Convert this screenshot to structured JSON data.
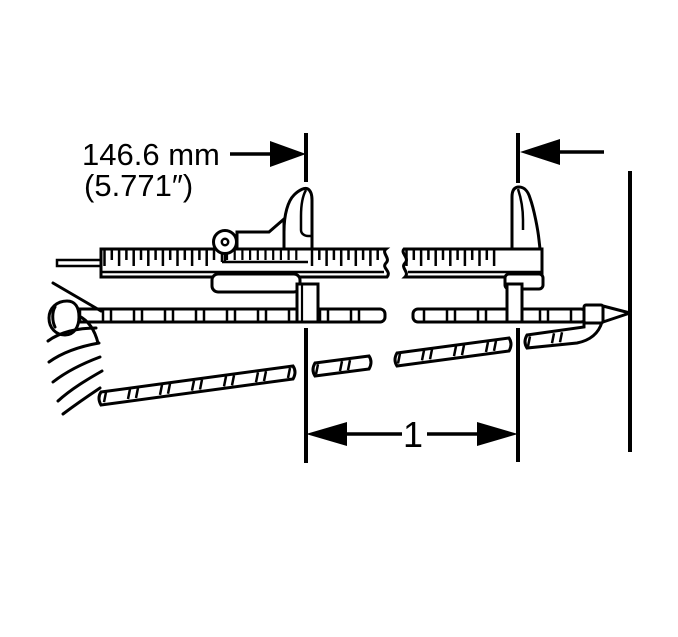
{
  "figure": {
    "background_color": "#ffffff",
    "line_color": "#000000"
  },
  "labels": {
    "dimension_metric": "146.6 mm",
    "dimension_imperial": "(5.771″)",
    "callout_distance": "1"
  }
}
